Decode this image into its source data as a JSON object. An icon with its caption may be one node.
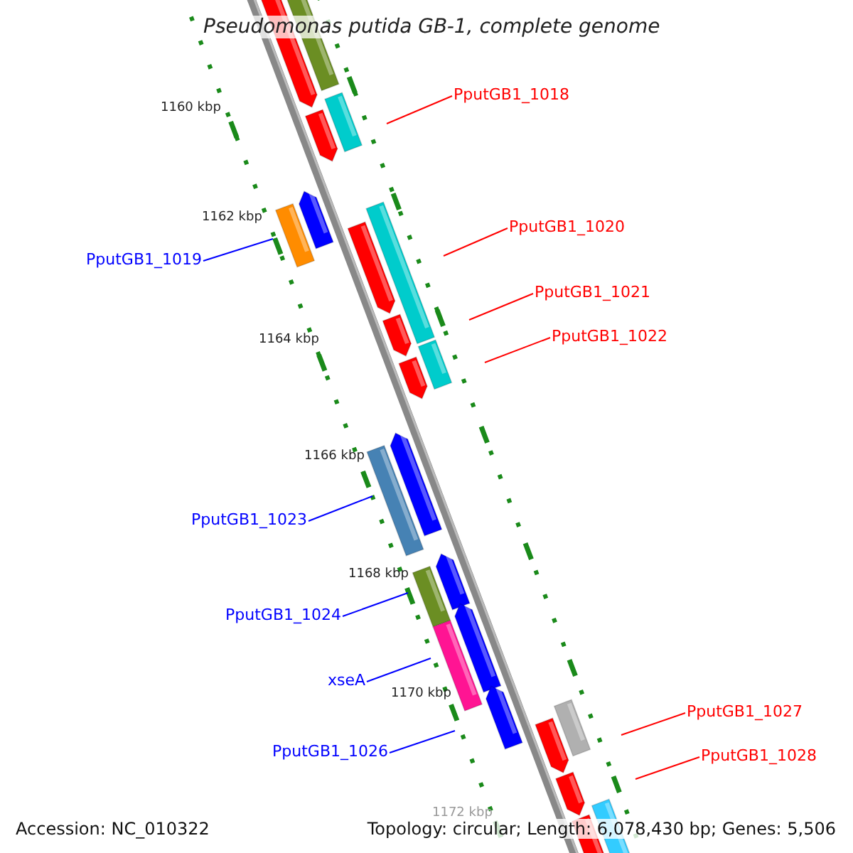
{
  "diagram": {
    "title": "Pseudomonas putida GB-1, complete genome",
    "nodes": [
      {
        "text": [
          "PputGB1_1018"
        ]
      },
      {
        "text": [
          "PputGB1_1019"
        ]
      },
      {
        "text": [
          "PputGB1_1020"
        ]
      },
      {
        "text": [
          "PputGB1_1021"
        ]
      },
      {
        "text": [
          "PputGB1_1022"
        ]
      },
      {
        "text": [
          "PputGB1_1023"
        ]
      },
      {
        "text": [
          "PputGB1_1024"
        ]
      },
      {
        "text": [
          "xseA"
        ]
      },
      {
        "text": [
          "PputGB1_1026"
        ]
      },
      {
        "text": [
          "PputGB1_1027"
        ]
      },
      {
        "text": [
          "PputGB1_1028"
        ]
      }
    ],
    "edges": [
      {
        "from": 0,
        "to": null,
        "arrow": "none",
        "color": "#ff0000"
      },
      {
        "from": 1,
        "to": null,
        "arrow": "none",
        "color": "#0000ff"
      },
      {
        "from": 2,
        "to": null,
        "arrow": "none",
        "color": "#ff0000"
      },
      {
        "from": 3,
        "to": null,
        "arrow": "none",
        "color": "#ff0000"
      },
      {
        "from": 4,
        "to": null,
        "arrow": "none",
        "color": "#ff0000"
      },
      {
        "from": 5,
        "to": null,
        "arrow": "none",
        "color": "#0000ff"
      },
      {
        "from": 6,
        "to": null,
        "arrow": "none",
        "color": "#0000ff"
      },
      {
        "from": 7,
        "to": null,
        "arrow": "none",
        "color": "#0000ff"
      },
      {
        "from": 8,
        "to": null,
        "arrow": "none",
        "color": "#0000ff"
      },
      {
        "from": 9,
        "to": null,
        "arrow": "none",
        "color": "#ff0000"
      },
      {
        "from": 10,
        "to": null,
        "arrow": "none",
        "color": "#ff0000"
      }
    ],
    "labels": [
      "1160 kbp",
      "1162 kbp",
      "1164 kbp",
      "1166 kbp",
      "1168 kbp",
      "1170 kbp",
      "1172 kbp",
      "Accession: NC_010322",
      "Topology: circular; Length: 6,078,430 bp; Genes: 5,506"
    ]
  }
}
